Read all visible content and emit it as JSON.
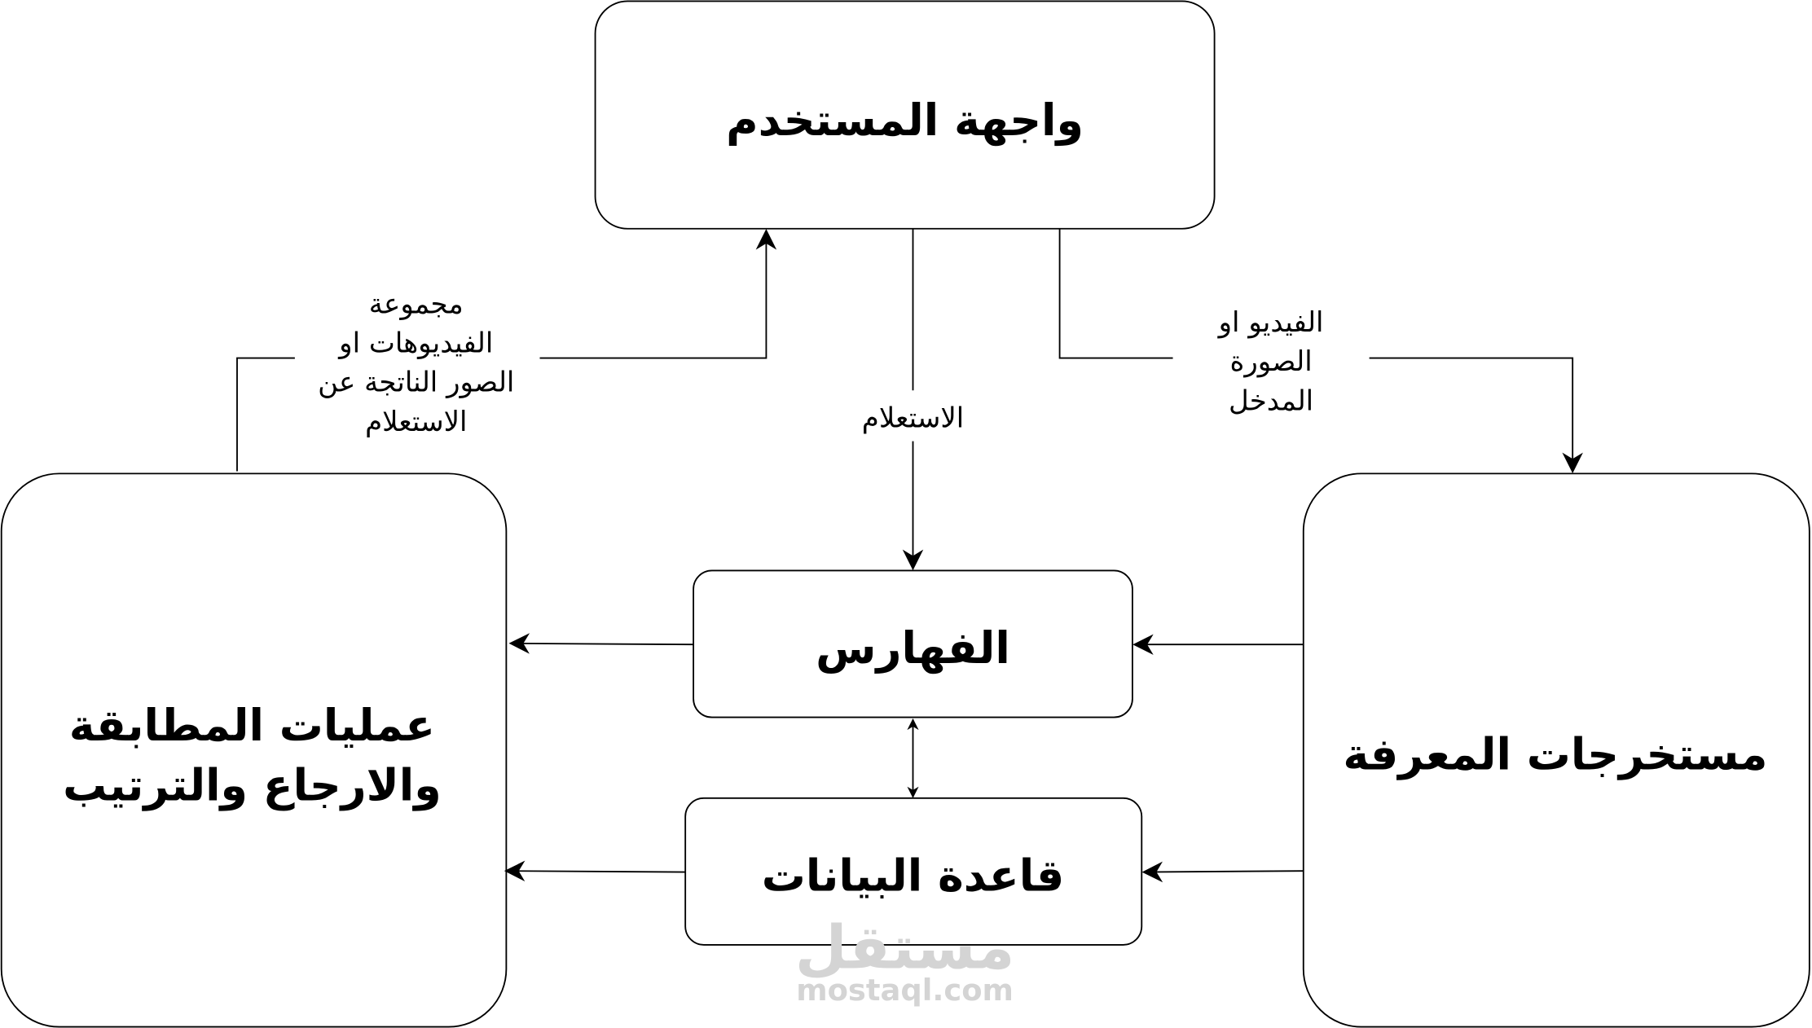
{
  "nodes": {
    "user_interface": "واجهة المستخدم",
    "indexes": "الفهارس",
    "database": "قاعدة البيانات",
    "matching": [
      "عمليات المطابقة",
      "والارجاع والترتيب"
    ],
    "knowledge": "مستخرجات المعرفة"
  },
  "edges": {
    "query": "الاستعلام",
    "input": [
      "الفيديو او",
      "الصورة",
      "المدخل"
    ],
    "results": [
      "مجموعة",
      "الفيديوهات او",
      "الصور الناتجة عن",
      "الاستعلام"
    ]
  },
  "watermark": {
    "arabic": "مستقل",
    "url": "mostaql.com"
  }
}
